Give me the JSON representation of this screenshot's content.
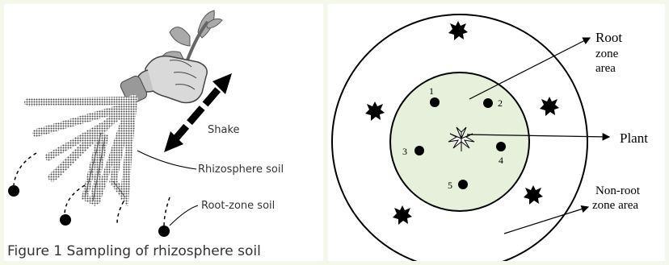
{
  "left_panel": {
    "caption": "Figure 1 Sampling of rhizosphere soil",
    "label_shake": "Shake",
    "label_rhizosphere": "Rhizosphere soil",
    "label_root_zone": "Root-zone soil"
  },
  "right_panel": {
    "root_zone_label_lines": [
      "Root",
      "zone",
      "area"
    ],
    "plant_label": "Plant",
    "non_root_label_lines": [
      "Non-root",
      "zone area"
    ],
    "sample_points": [
      "1",
      "2",
      "3",
      "4",
      "5"
    ]
  }
}
